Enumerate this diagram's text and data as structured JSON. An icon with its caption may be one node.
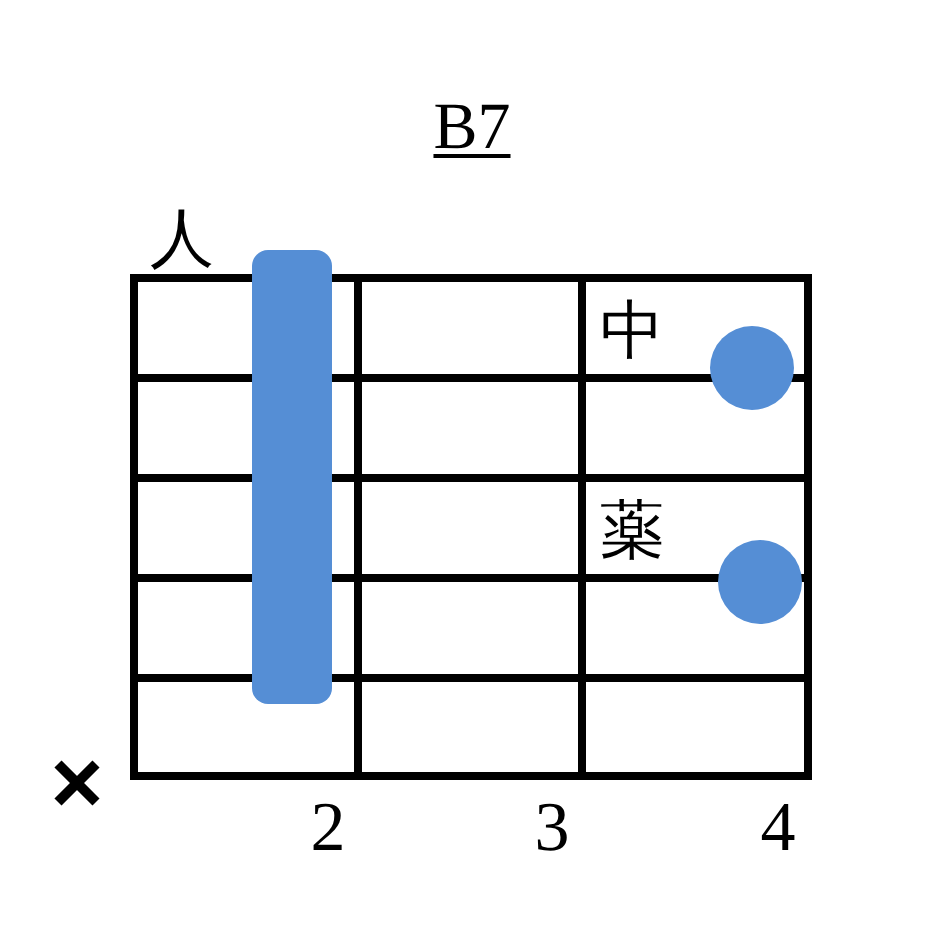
{
  "diagram": {
    "title": "B7",
    "nodes": [
      {
        "text": [],
        "shape": "bar"
      },
      {
        "text": [],
        "shape": "circle"
      },
      {
        "text": [],
        "shape": "circle"
      }
    ],
    "labels": [
      "人",
      "中",
      "薬",
      "2",
      "3",
      "4"
    ]
  }
}
